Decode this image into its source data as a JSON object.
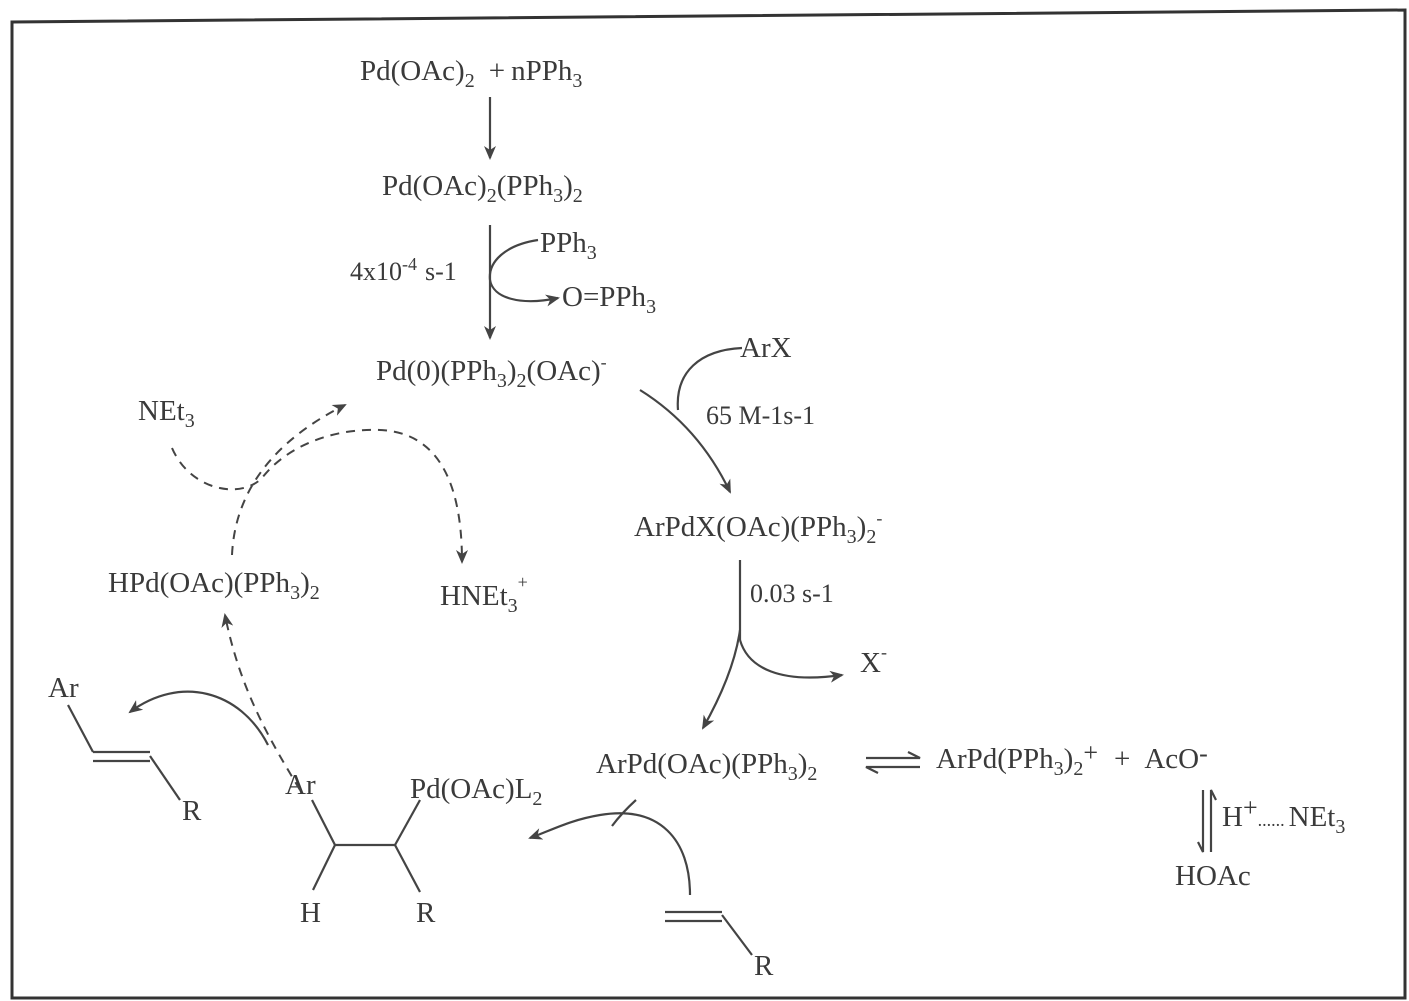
{
  "species": {
    "pd_oac2": "Pd(OAc)",
    "pd_oac2_sub": "2",
    "plus": "+",
    "npph3": "nPPh",
    "npph3_sub": "3",
    "pd_oac2_pph3_2": "Pd(OAc)",
    "pd_oac2_pph3_2_sub1": "2",
    "pd_oac2_pph3_2_mid": "(PPh",
    "pd_oac2_pph3_2_sub2": "3",
    "pd_oac2_pph3_2_close": ")",
    "pd_oac2_pph3_2_sub3": "2",
    "pph3_in": "PPh",
    "pph3_in_sub": "3",
    "opph3": "O=PPh",
    "opph3_sub": "3",
    "pd0": "Pd(0)(PPh",
    "pd0_sub1": "3",
    "pd0_close": ")",
    "pd0_sub2": "2",
    "pd0_oac": "(OAc)",
    "pd0_charge": "-",
    "arx": "ArX",
    "arpdx": "ArPdX(OAc)(PPh",
    "arpdx_sub1": "3",
    "arpdx_close": ")",
    "arpdx_sub2": "2",
    "arpdx_charge": "-",
    "x_minus": "X",
    "x_minus_charge": "-",
    "arpdoac": "ArPd(OAc)(PPh",
    "arpdoac_sub1": "3",
    "arpdoac_close": ")",
    "arpdoac_sub2": "2",
    "arpd_cation": "ArPd(PPh",
    "arpd_cation_sub1": "3",
    "arpd_cation_close": ")",
    "arpd_cation_sub2": "2",
    "arpd_cation_charge": "+",
    "plus2": "+",
    "aco": "AcO",
    "aco_charge": "-",
    "hplus": "H",
    "hplus_charge": "+",
    "dots": "......",
    "net3_right": "NEt",
    "net3_right_sub": "3",
    "hoac": "HOAc",
    "net3_left": "NEt",
    "net3_left_sub": "3",
    "hnet3": "HNEt",
    "hnet3_sub": "3",
    "hnet3_charge": "+",
    "hpd": "HPd(OAc)(PPh",
    "hpd_sub1": "3",
    "hpd_close": ")",
    "hpd_sub2": "2",
    "ar_product": "Ar",
    "r_product": "R",
    "ar_inter": "Ar",
    "pd_inter": "Pd(OAc)L",
    "pd_inter_sub": "2",
    "h_inter": "H",
    "r_inter": "R",
    "r_alkene": "R"
  },
  "rates": {
    "k1": "4x10",
    "k1_exp": "-4",
    "k1_unit": "s-1",
    "k2": "65 M-1s-1",
    "k3": "0.03 s-1"
  }
}
